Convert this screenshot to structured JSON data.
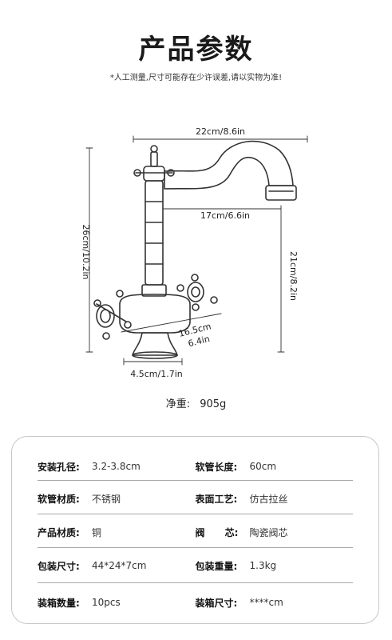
{
  "title": "产品参数",
  "note": "*人工测量,尺寸可能存在少许误差,请以实物为准!",
  "dimensions": {
    "width_total": "22cm/8.6in",
    "spout_reach": "17cm/6.6in",
    "height_total": "26cm/10.2in",
    "spout_height": "21cm/8.2in",
    "handle_span_cm": "16.5cm",
    "handle_span_in": "6.4in",
    "base_diameter": "4.5cm/1.7in"
  },
  "weight": {
    "label": "净重:",
    "value": "905g"
  },
  "specs": [
    [
      {
        "label": "安装孔径:",
        "value": "3.2-3.8cm"
      },
      {
        "label": "软管长度:",
        "value": "60cm"
      }
    ],
    [
      {
        "label": "软管材质:",
        "value": "不锈钢"
      },
      {
        "label": "表面工艺:",
        "value": "仿古拉丝"
      }
    ],
    [
      {
        "label": "产品材质:",
        "value": "铜"
      },
      {
        "label": "阀      芯:",
        "value": "陶瓷阀芯"
      }
    ],
    [
      {
        "label": "包装尺寸:",
        "value": "44*24*7cm"
      },
      {
        "label": "包装重量:",
        "value": "1.3kg"
      }
    ],
    [
      {
        "label": "装箱数量:",
        "value": "10pcs"
      },
      {
        "label": "装箱尺寸:",
        "value": "****cm"
      }
    ]
  ]
}
